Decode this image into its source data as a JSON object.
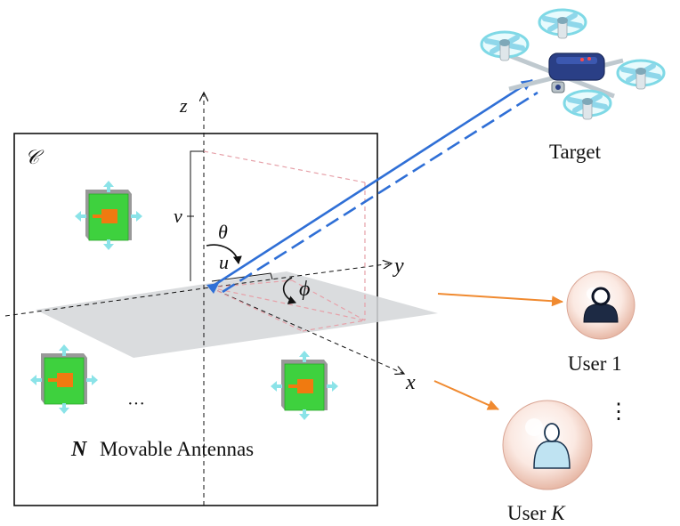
{
  "labels": {
    "region": "𝒞",
    "axis_z": "z",
    "axis_y": "y",
    "axis_x": "x",
    "theta": "θ",
    "u": "u",
    "v": "v",
    "phi": "ϕ",
    "ellipsis_antennas": "···",
    "ellipsis_users": "⋮",
    "antennas_n": "N",
    "antennas_text": "Movable Antennas",
    "target": "Target",
    "user1": "User 1",
    "userk_prefix": "User ",
    "userk_k": "K"
  },
  "colors": {
    "beam": "#2f6fd6",
    "user_arrow": "#f08a30",
    "plane": "#d3d6d8",
    "antenna_body": "#3ed13e",
    "antenna_patch": "#f07a10",
    "antenna_arrow": "#8be3e8",
    "projection": "#e6a0a8"
  },
  "icons": {
    "target": "drone-icon",
    "user": "person-icon",
    "antenna": "antenna-element-icon"
  }
}
